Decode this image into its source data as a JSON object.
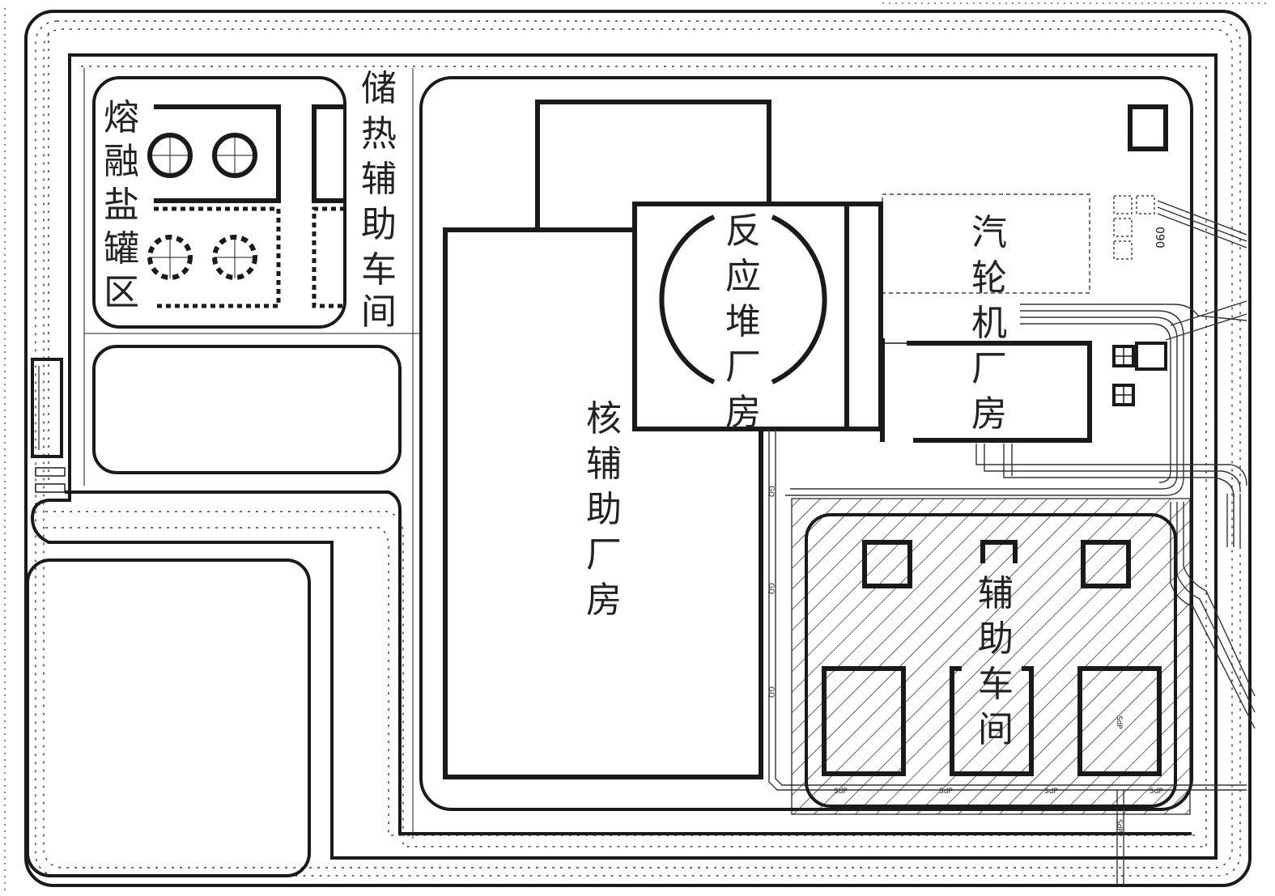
{
  "labels": {
    "molten_salt_tank_area": [
      "熔",
      "融",
      "盐",
      "罐",
      "区"
    ],
    "heat_storage_aux_workshop": [
      "储",
      "热",
      "辅",
      "助",
      "车",
      "间"
    ],
    "reactor_building": [
      "反",
      "应",
      "堆",
      "厂",
      "房"
    ],
    "nuclear_aux_building": [
      "核",
      "辅",
      "助",
      "厂",
      "房"
    ],
    "turbine_building": [
      "汽",
      "轮",
      "机",
      "厂",
      "房"
    ],
    "aux_workshop": [
      "辅",
      "助",
      "车",
      "间"
    ]
  },
  "small_marks": {
    "pipe_tag": "GQ",
    "pipe_tag_2": "SdP",
    "right_tag": "090"
  },
  "colors": {
    "line": "#1a1a1a",
    "thin": "#333333",
    "background": "#ffffff"
  }
}
